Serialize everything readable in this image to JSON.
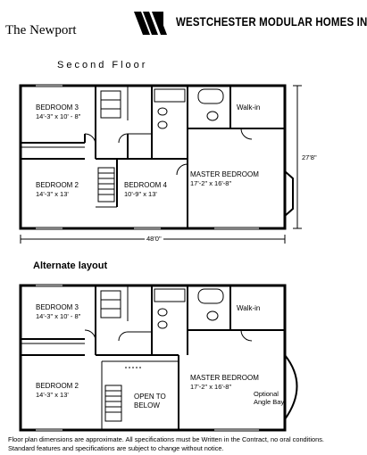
{
  "header": {
    "plan_name": "The Newport",
    "company": "WESTCHESTER MODULAR HOMES INC"
  },
  "second_floor": {
    "heading": "Second Floor",
    "overall_width": "48'0\"",
    "overall_depth": "27'8\"",
    "rooms": [
      {
        "name": "BEDROOM 3",
        "size": "14'-3\" x 10' - 8\""
      },
      {
        "name": "BEDROOM 2",
        "size": "14'-3\" x 13'"
      },
      {
        "name": "BEDROOM 4",
        "size": "10'-9\" x 13'"
      },
      {
        "name": "MASTER BEDROOM",
        "size": "17'-2\" x 16'-8\""
      },
      {
        "name": "Walk-in",
        "size": ""
      }
    ]
  },
  "alternate_layout": {
    "heading": "Alternate layout",
    "rooms": [
      {
        "name": "BEDROOM 3",
        "size": "14'-3\" x 10' - 8\""
      },
      {
        "name": "BEDROOM 2",
        "size": "14'-3\" x 13'"
      },
      {
        "name": "OPEN TO",
        "size": "BELOW"
      },
      {
        "name": "MASTER BEDROOM",
        "size": "17'-2\" x 16'-8\""
      },
      {
        "name": "Walk-in",
        "size": ""
      }
    ],
    "bay_label_1": "Optional",
    "bay_label_2": "Angle Bay"
  },
  "footer": {
    "line1": "Floor plan dimensions are approximate. All specifications must be Written in the Contract, no oral conditions.",
    "line2": "Standard features and specifications are subject to change without notice."
  }
}
